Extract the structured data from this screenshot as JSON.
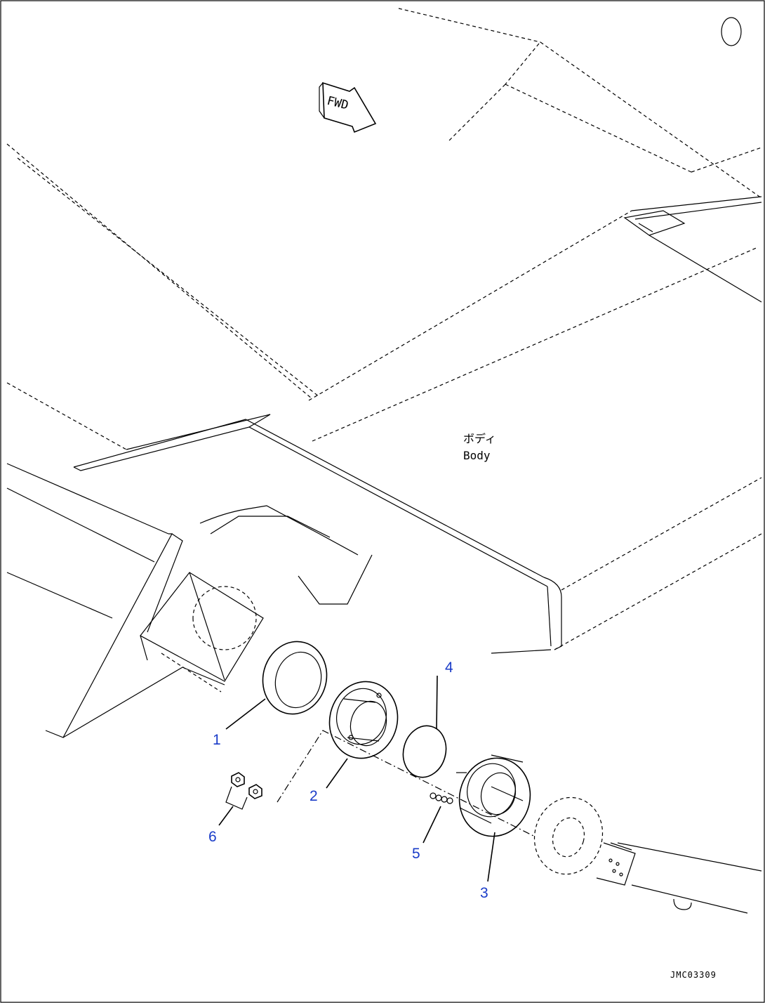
{
  "diagram": {
    "fwd_label": "FWD",
    "body_label_jp": "ボディ",
    "body_label_en": "Body",
    "drawing_number": "JMC03309",
    "callouts": {
      "c1": "1",
      "c2": "2",
      "c3": "3",
      "c4": "4",
      "c5": "5",
      "c6": "6"
    },
    "callout_color": "#1a3cc8"
  }
}
